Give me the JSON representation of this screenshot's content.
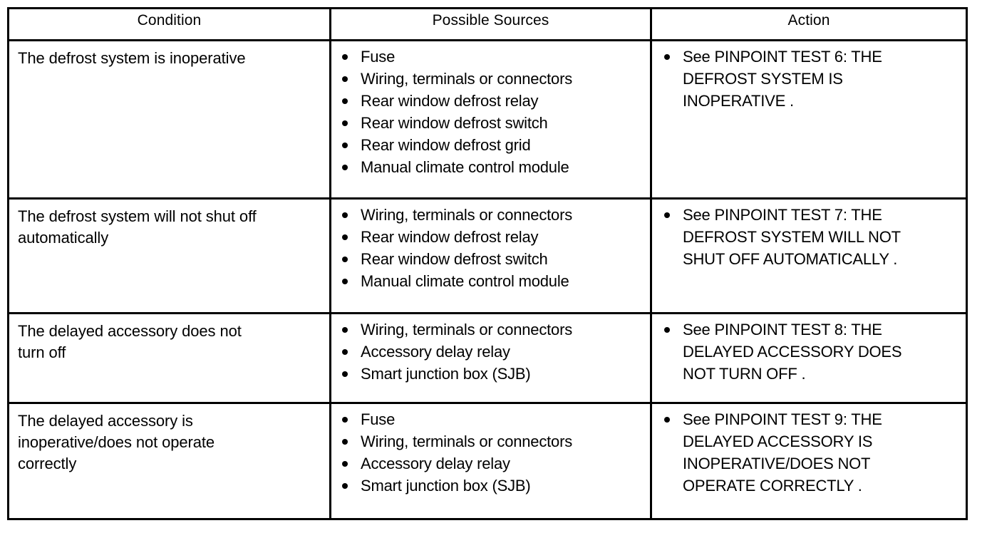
{
  "table": {
    "columns": [
      {
        "key": "condition",
        "header": "Condition"
      },
      {
        "key": "sources",
        "header": "Possible Sources"
      },
      {
        "key": "action",
        "header": "Action"
      }
    ],
    "rows": [
      {
        "condition": "The defrost system is inoperative",
        "sources": [
          "Fuse",
          "Wiring, terminals or connectors",
          "Rear window defrost relay",
          "Rear window defrost switch",
          "Rear window defrost grid",
          "Manual climate control module"
        ],
        "actions": [
          "See PINPOINT TEST 6: THE\nDEFROST SYSTEM IS\nINOPERATIVE ."
        ]
      },
      {
        "condition": "The defrost system will not shut off\nautomatically",
        "sources": [
          "Wiring, terminals or connectors",
          "Rear window defrost relay",
          "Rear window defrost switch",
          "Manual climate control module"
        ],
        "actions": [
          "See PINPOINT TEST 7: THE\nDEFROST SYSTEM WILL NOT\nSHUT OFF AUTOMATICALLY ."
        ]
      },
      {
        "condition": "The delayed accessory does not\nturn off",
        "sources": [
          "Wiring, terminals or connectors",
          "Accessory delay relay",
          "Smart junction box (SJB)"
        ],
        "actions": [
          "See PINPOINT TEST 8: THE\nDELAYED ACCESSORY DOES\nNOT TURN OFF ."
        ]
      },
      {
        "condition": "The delayed accessory is\ninoperative/does not operate\ncorrectly",
        "sources": [
          "Fuse",
          "Wiring, terminals or connectors",
          "Accessory delay relay",
          "Smart junction box (SJB)"
        ],
        "actions": [
          "See PINPOINT TEST 9: THE\nDELAYED ACCESSORY IS\nINOPERATIVE/DOES NOT\nOPERATE CORRECTLY ."
        ]
      }
    ]
  },
  "colors": {
    "border": "#000000",
    "text": "#000000",
    "background": "#ffffff"
  }
}
